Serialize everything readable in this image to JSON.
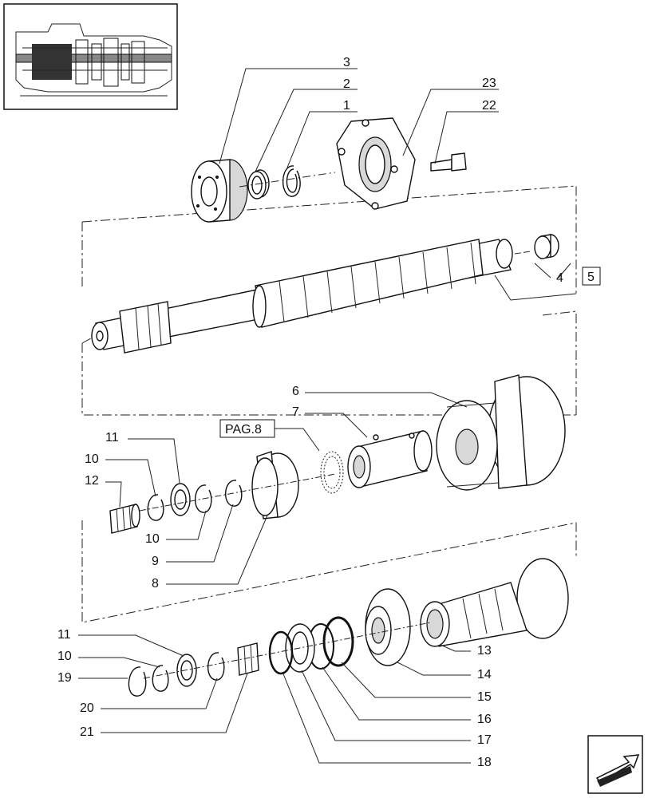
{
  "callouts": [
    {
      "num": "3"
    },
    {
      "num": "2"
    },
    {
      "num": "1"
    },
    {
      "num": "23"
    },
    {
      "num": "22"
    },
    {
      "num": "4"
    },
    {
      "num": "5"
    },
    {
      "num": "6"
    },
    {
      "num": "7"
    },
    {
      "num": "PAG.8"
    },
    {
      "num": "11"
    },
    {
      "num": "10"
    },
    {
      "num": "12"
    },
    {
      "num": "10"
    },
    {
      "num": "9"
    },
    {
      "num": "8"
    },
    {
      "num": "11"
    },
    {
      "num": "10"
    },
    {
      "num": "19"
    },
    {
      "num": "20"
    },
    {
      "num": "21"
    },
    {
      "num": "13"
    },
    {
      "num": "14"
    },
    {
      "num": "15"
    },
    {
      "num": "16"
    },
    {
      "num": "17"
    },
    {
      "num": "18"
    }
  ],
  "icons": {
    "thumbnail": "transmission-section-thumbnail",
    "navigation": "next-page-arrow-icon"
  }
}
